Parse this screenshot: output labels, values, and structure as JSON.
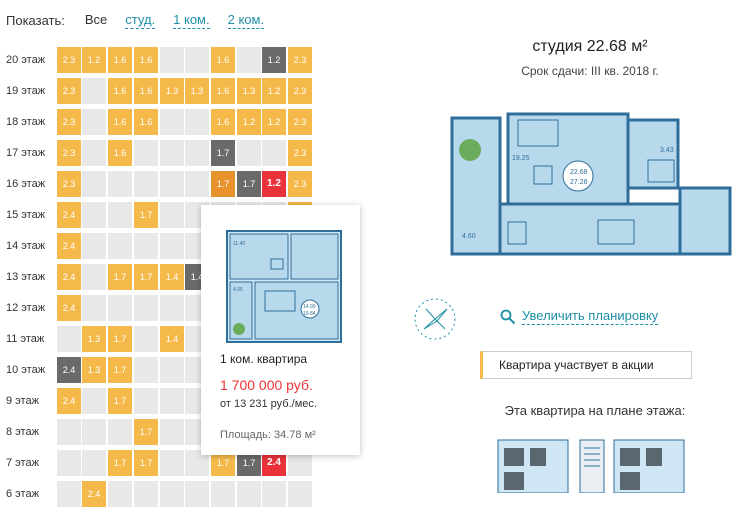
{
  "filter": {
    "label": "Показать:",
    "options": [
      {
        "label": "Все",
        "active": true
      },
      {
        "label": "студ.",
        "active": false
      },
      {
        "label": "1 ком.",
        "active": false
      },
      {
        "label": "2 ком.",
        "active": false
      }
    ]
  },
  "grid": {
    "rows": [
      {
        "floor": "20 этаж",
        "cells": [
          [
            "o",
            "2.3"
          ],
          [
            "o",
            "1.2"
          ],
          [
            "o",
            "1.6"
          ],
          [
            "o",
            "1.6"
          ],
          [
            "e",
            ""
          ],
          [
            "e",
            ""
          ],
          [
            "o",
            "1.6"
          ],
          [
            "e",
            ""
          ],
          [
            "d",
            "1.2"
          ],
          [
            "o",
            "2.3"
          ]
        ]
      },
      {
        "floor": "19 этаж",
        "cells": [
          [
            "o",
            "2.3"
          ],
          [
            "e",
            ""
          ],
          [
            "o",
            "1.6"
          ],
          [
            "o",
            "1.6"
          ],
          [
            "o",
            "1.3"
          ],
          [
            "o",
            "1.3"
          ],
          [
            "o",
            "1.6"
          ],
          [
            "o",
            "1.3"
          ],
          [
            "o",
            "1.2"
          ],
          [
            "o",
            "2.3"
          ]
        ]
      },
      {
        "floor": "18 этаж",
        "cells": [
          [
            "o",
            "2.3"
          ],
          [
            "e",
            ""
          ],
          [
            "o",
            "1.6"
          ],
          [
            "o",
            "1.6"
          ],
          [
            "e",
            ""
          ],
          [
            "e",
            ""
          ],
          [
            "o",
            "1.6"
          ],
          [
            "o",
            "1.2"
          ],
          [
            "o",
            "1.2"
          ],
          [
            "o",
            "2.3"
          ]
        ]
      },
      {
        "floor": "17 этаж",
        "cells": [
          [
            "o",
            "2.3"
          ],
          [
            "e",
            ""
          ],
          [
            "o",
            "1.6"
          ],
          [
            "e",
            ""
          ],
          [
            "e",
            ""
          ],
          [
            "e",
            ""
          ],
          [
            "d",
            "1.7"
          ],
          [
            "e",
            ""
          ],
          [
            "e",
            ""
          ],
          [
            "o",
            "2.3"
          ]
        ]
      },
      {
        "floor": "16 этаж",
        "cells": [
          [
            "o",
            "2.3"
          ],
          [
            "e",
            ""
          ],
          [
            "e",
            ""
          ],
          [
            "e",
            ""
          ],
          [
            "e",
            ""
          ],
          [
            "e",
            ""
          ],
          [
            "O",
            "1.7"
          ],
          [
            "d",
            "1.7"
          ],
          [
            "r",
            "1.2"
          ],
          [
            "o",
            "2.3"
          ]
        ]
      },
      {
        "floor": "15 этаж",
        "cells": [
          [
            "o",
            "2.4"
          ],
          [
            "e",
            ""
          ],
          [
            "e",
            ""
          ],
          [
            "o",
            "1.7"
          ],
          [
            "e",
            ""
          ],
          [
            "e",
            ""
          ],
          [
            "e",
            ""
          ],
          [
            "e",
            ""
          ],
          [
            "e",
            ""
          ],
          [
            "o",
            "2.4"
          ]
        ]
      },
      {
        "floor": "14 этаж",
        "cells": [
          [
            "o",
            "2.4"
          ],
          [
            "e",
            ""
          ],
          [
            "e",
            ""
          ],
          [
            "e",
            ""
          ],
          [
            "e",
            ""
          ],
          [
            "e",
            ""
          ],
          [
            "e",
            ""
          ],
          [
            "e",
            ""
          ],
          [
            "e",
            ""
          ],
          [
            "e",
            ""
          ]
        ]
      },
      {
        "floor": "13 этаж",
        "cells": [
          [
            "o",
            "2.4"
          ],
          [
            "e",
            ""
          ],
          [
            "o",
            "1.7"
          ],
          [
            "o",
            "1.7"
          ],
          [
            "o",
            "1.4"
          ],
          [
            "d",
            "1.4"
          ],
          [
            "e",
            ""
          ],
          [
            "e",
            ""
          ],
          [
            "e",
            ""
          ],
          [
            "e",
            ""
          ]
        ]
      },
      {
        "floor": "12 этаж",
        "cells": [
          [
            "o",
            "2.4"
          ],
          [
            "e",
            ""
          ],
          [
            "e",
            ""
          ],
          [
            "e",
            ""
          ],
          [
            "e",
            ""
          ],
          [
            "e",
            ""
          ],
          [
            "e",
            ""
          ],
          [
            "e",
            ""
          ],
          [
            "e",
            ""
          ],
          [
            "e",
            ""
          ]
        ]
      },
      {
        "floor": "11 этаж",
        "cells": [
          [
            "e",
            ""
          ],
          [
            "o",
            "1.3"
          ],
          [
            "o",
            "1.7"
          ],
          [
            "e",
            ""
          ],
          [
            "o",
            "1.4"
          ],
          [
            "e",
            ""
          ],
          [
            "e",
            ""
          ],
          [
            "e",
            ""
          ],
          [
            "e",
            ""
          ],
          [
            "e",
            ""
          ]
        ]
      },
      {
        "floor": "10 этаж",
        "cells": [
          [
            "d",
            "2.4"
          ],
          [
            "o",
            "1.3"
          ],
          [
            "o",
            "1.7"
          ],
          [
            "e",
            ""
          ],
          [
            "e",
            ""
          ],
          [
            "e",
            ""
          ],
          [
            "e",
            ""
          ],
          [
            "e",
            ""
          ],
          [
            "e",
            ""
          ],
          [
            "e",
            ""
          ]
        ]
      },
      {
        "floor": "9 этаж",
        "cells": [
          [
            "o",
            "2.4"
          ],
          [
            "e",
            ""
          ],
          [
            "o",
            "1.7"
          ],
          [
            "e",
            ""
          ],
          [
            "e",
            ""
          ],
          [
            "e",
            ""
          ],
          [
            "e",
            ""
          ],
          [
            "e",
            ""
          ],
          [
            "e",
            ""
          ],
          [
            "e",
            ""
          ]
        ]
      },
      {
        "floor": "8 этаж",
        "cells": [
          [
            "e",
            ""
          ],
          [
            "e",
            ""
          ],
          [
            "e",
            ""
          ],
          [
            "o",
            "1.7"
          ],
          [
            "e",
            ""
          ],
          [
            "e",
            ""
          ],
          [
            "e",
            ""
          ],
          [
            "e",
            ""
          ],
          [
            "e",
            ""
          ],
          [
            "e",
            ""
          ]
        ]
      },
      {
        "floor": "7 этаж",
        "cells": [
          [
            "e",
            ""
          ],
          [
            "e",
            ""
          ],
          [
            "o",
            "1.7"
          ],
          [
            "o",
            "1.7"
          ],
          [
            "e",
            ""
          ],
          [
            "e",
            ""
          ],
          [
            "o",
            "1.7"
          ],
          [
            "d",
            "1.7"
          ],
          [
            "r",
            "2.4"
          ],
          [
            "e",
            ""
          ]
        ]
      },
      {
        "floor": "6 этаж",
        "cells": [
          [
            "e",
            ""
          ],
          [
            "o",
            "2.4"
          ],
          [
            "e",
            ""
          ],
          [
            "e",
            ""
          ],
          [
            "e",
            ""
          ],
          [
            "e",
            ""
          ],
          [
            "e",
            ""
          ],
          [
            "e",
            ""
          ],
          [
            "e",
            ""
          ],
          [
            "e",
            ""
          ]
        ]
      }
    ]
  },
  "tooltip": {
    "title": "1 ком. квартира",
    "price": "1 700 000 руб.",
    "monthly": "от 13 231 руб./мес.",
    "area": "Площадь: 34.78 м²",
    "plan_labels": {
      "a": "11.40",
      "b": "4.05",
      "c": "14.90",
      "d": "19.84"
    }
  },
  "apartment": {
    "title": "студия 22.68 м²",
    "deadline": "Срок сдачи: III кв. 2018 г.",
    "plan_labels": {
      "room": "19.25",
      "bath": "3.43",
      "balcony": "4.60",
      "total1": "22.68",
      "total2": "27.28"
    }
  },
  "actions": {
    "zoom": "Увеличить планировку",
    "promo": "Квартира участвует в акции",
    "floor_plan_title": "Эта квартира на плане этажа:"
  },
  "colors": {
    "orange": "#f5b94a",
    "dark_orange": "#e8922c",
    "dark": "#6a6a6a",
    "red": "#e9323a",
    "accent": "#1e8fa6",
    "plan_blue": "#b8d9ec"
  },
  "icons": {
    "search": "magnifier-icon",
    "compass": "compass-icon"
  }
}
